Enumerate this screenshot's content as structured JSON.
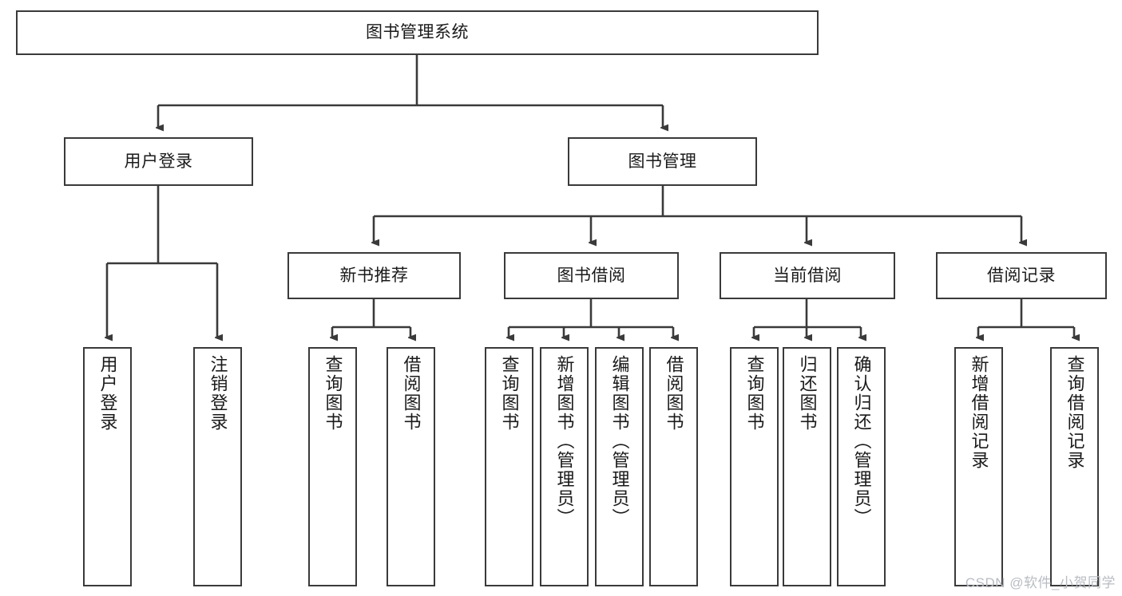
{
  "diagram": {
    "title": "图书管理系统",
    "type": "tree-hierarchy-diagram",
    "colors": {
      "box_border": "#3a3a3a",
      "box_fill": "#ffffff",
      "connector": "#3a3a3a",
      "text": "#1a1a1a",
      "watermark": "#b8bcc2",
      "background": "#ffffff"
    },
    "root": {
      "label": "图书管理系统"
    },
    "level2": [
      {
        "label": "用户登录"
      },
      {
        "label": "图书管理"
      }
    ],
    "level3": [
      {
        "label": "新书推荐"
      },
      {
        "label": "图书借阅"
      },
      {
        "label": "当前借阅"
      },
      {
        "label": "借阅记录"
      }
    ],
    "leaves": {
      "user_login": [
        {
          "label": "用户登录"
        },
        {
          "label": "注销登录"
        }
      ],
      "new_book_recommend": [
        {
          "label": "查询图书"
        },
        {
          "label": "借阅图书"
        }
      ],
      "book_borrow": [
        {
          "label": "查询图书"
        },
        {
          "label": "新增图书（管理员）"
        },
        {
          "label": "编辑图书（管理员）"
        },
        {
          "label": "借阅图书"
        }
      ],
      "current_borrow": [
        {
          "label": "查询图书"
        },
        {
          "label": "归还图书"
        },
        {
          "label": "确认归还（管理员）"
        }
      ],
      "borrow_records": [
        {
          "label": "新增借阅记录"
        },
        {
          "label": "查询借阅记录"
        }
      ]
    }
  },
  "watermark": {
    "text": "CSDN @软件_小贺同学"
  }
}
